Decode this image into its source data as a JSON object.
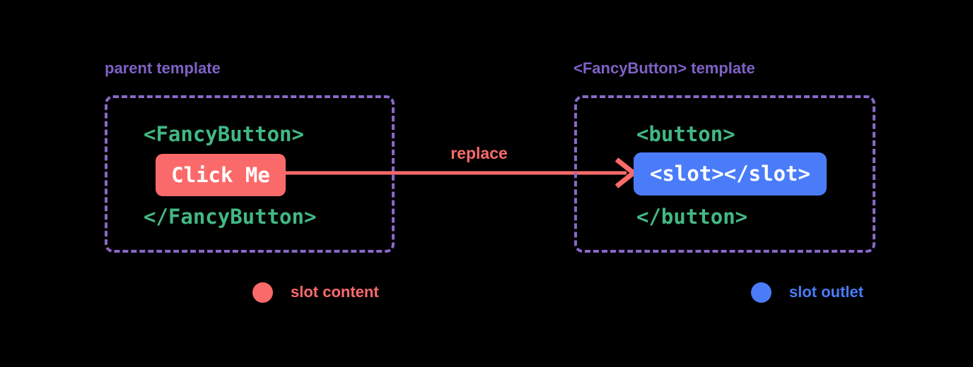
{
  "colors": {
    "red": "#fb6a6a",
    "blue": "#4a7cfa",
    "purple": "#7f61c6",
    "purple_border": "#8a68c8",
    "green": "#42b883",
    "white": "#ffffff",
    "background": "#000000"
  },
  "left_panel": {
    "title": "parent template",
    "code_open": "<FancyButton>",
    "button_label": "Click Me",
    "code_close": "</FancyButton>"
  },
  "arrow": {
    "label": "replace"
  },
  "right_panel": {
    "title": "<FancyButton> template",
    "code_open": "<button>",
    "slot_label": "<slot></slot>",
    "code_close": "</button>"
  },
  "legend": {
    "slot_content": "slot content",
    "slot_outlet": "slot outlet"
  }
}
